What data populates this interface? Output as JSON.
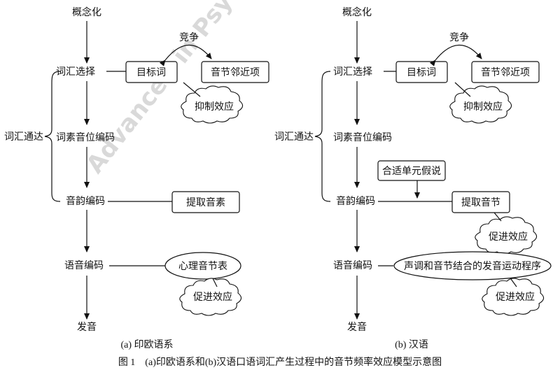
{
  "left": {
    "top_label": "概念化",
    "compete": "竞争",
    "lexical_select": "词汇选择",
    "target_word": "目标词",
    "syllable_neighbor": "音节邻近项",
    "inhibit_effect": "抑制效应",
    "lexical_access": "词汇通达",
    "morpheme_encode": "词素音位编码",
    "prosody_encode": "音韵编码",
    "extract_phoneme": "提取音素",
    "phonetic_encode": "语音编码",
    "mental_syllabary": "心理音节表",
    "facilitate_effect": "促进效应",
    "articulate": "发音",
    "caption": "(a) 印欧语系"
  },
  "right": {
    "top_label": "概念化",
    "compete": "竞争",
    "lexical_select": "词汇选择",
    "target_word": "目标词",
    "syllable_neighbor": "音节邻近项",
    "inhibit_effect": "抑制效应",
    "lexical_access": "词汇通达",
    "morpheme_encode": "词素音位编码",
    "proper_unit": "合适单元假说",
    "prosody_encode": "音韵编码",
    "extract_syllable": "提取音节",
    "facilitate_effect_1": "促进效应",
    "phonetic_encode": "语音编码",
    "motor_program": "声调和音节结合的发音运动程序",
    "facilitate_effect_2": "促进效应",
    "articulate": "发音",
    "caption": "(b) 汉语"
  },
  "figure_caption": "图 1    (a)印欧语系和(b)汉语口语词汇产生过程中的音节频率效应模型示意图",
  "watermark": "Advanced in Psy"
}
